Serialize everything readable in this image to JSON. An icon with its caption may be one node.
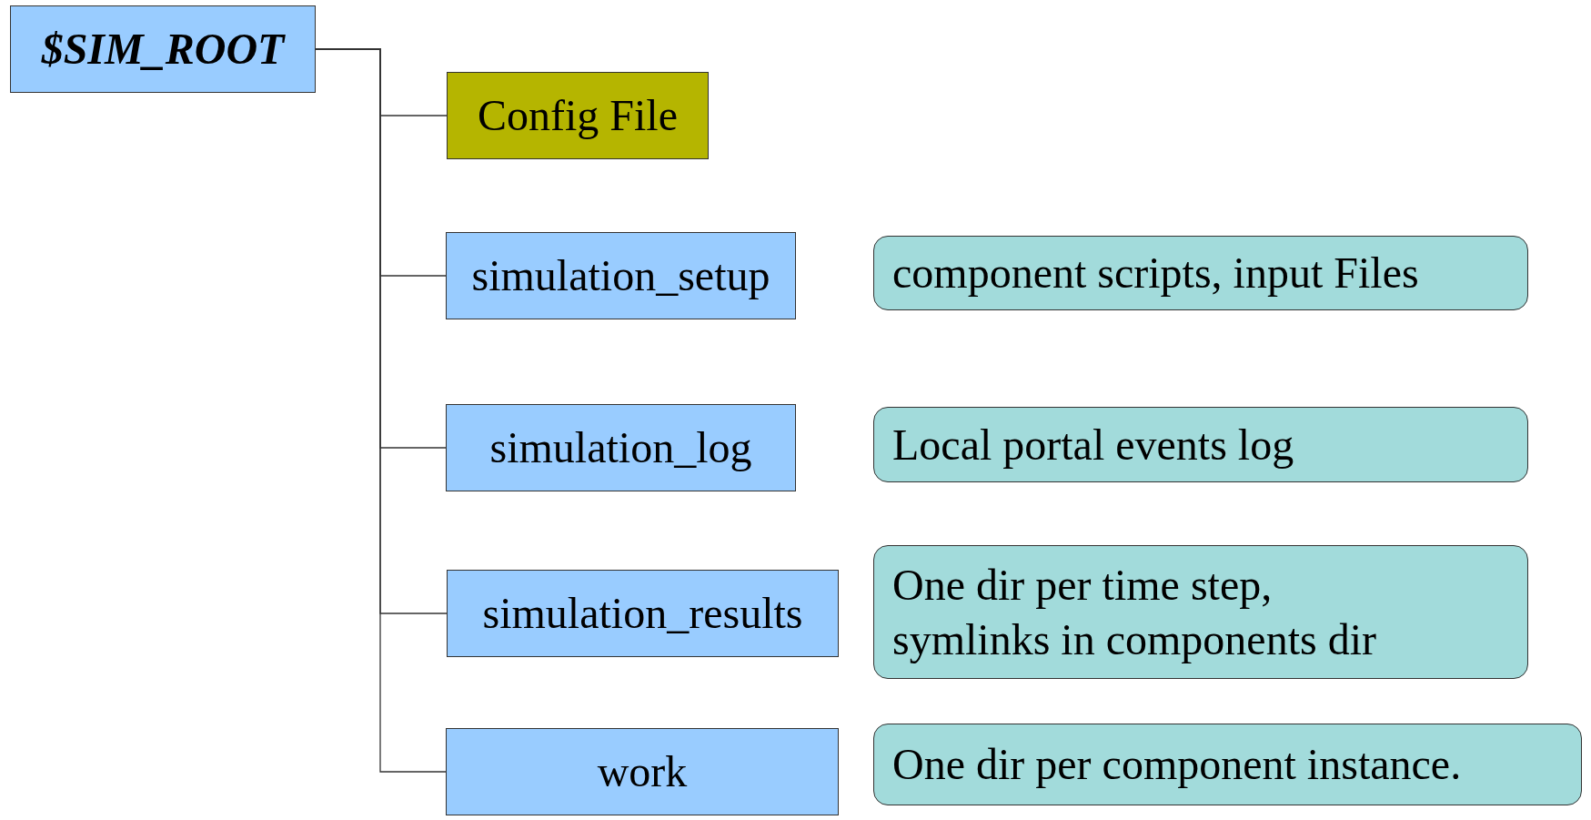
{
  "diagram": {
    "nodes": [
      {
        "text": [
          "$SIM_ROOT"
        ]
      },
      {
        "text": [
          "Config File"
        ]
      },
      {
        "text": [
          "simulation_setup"
        ]
      },
      {
        "text": [
          "component scripts, input Files"
        ]
      },
      {
        "text": [
          "simulation_log"
        ]
      },
      {
        "text": [
          "Local portal events log"
        ]
      },
      {
        "text": [
          "simulation_results"
        ]
      },
      {
        "text": [
          "One dir per time step, symlinks in components dir"
        ]
      },
      {
        "text": [
          "work"
        ]
      },
      {
        "text": [
          "One dir per component instance."
        ]
      }
    ],
    "edges": [
      {
        "from": 0,
        "to": 1,
        "arrow": "none"
      },
      {
        "from": 0,
        "to": 2,
        "arrow": "none"
      },
      {
        "from": 0,
        "to": 4,
        "arrow": "none"
      },
      {
        "from": 0,
        "to": 6,
        "arrow": "none"
      },
      {
        "from": 0,
        "to": 8,
        "arrow": "none"
      }
    ]
  }
}
